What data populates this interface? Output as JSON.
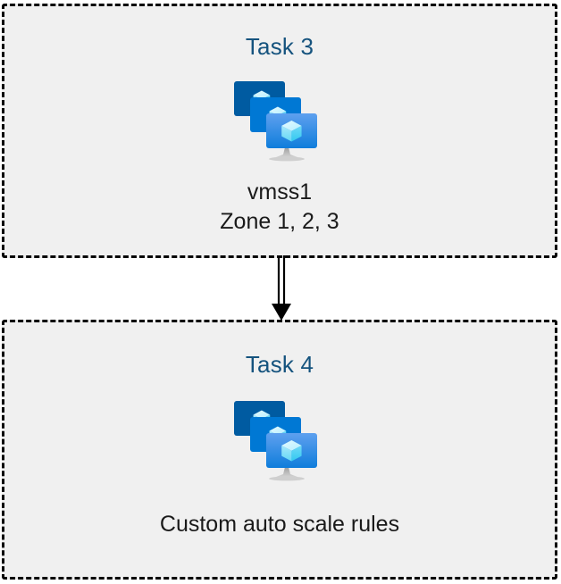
{
  "diagram": {
    "type": "flow",
    "background_color": "#ffffff",
    "box_fill_color": "#f0f0f0",
    "box_border_color": "#000000",
    "title_color": "#15537e",
    "caption_color": "#1a1a1a",
    "nodes": [
      {
        "id": "task-3",
        "title": "Task 3",
        "icon": "vmss-icon",
        "captions": [
          "vmss1",
          "Zone 1, 2, 3"
        ]
      },
      {
        "id": "task-4",
        "title": "Task 4",
        "icon": "vmss-icon",
        "captions": [
          "Custom auto scale rules"
        ]
      }
    ],
    "connector": {
      "from": "task-3",
      "to": "task-4",
      "style": "double-line-arrow",
      "direction": "down",
      "color": "#000000"
    }
  },
  "icon_colors": {
    "screen_back": "#005ba1",
    "screen_middle": "#0078d4",
    "screen_front_top": "#5ea0ef",
    "screen_front_bottom": "#0f7ddb",
    "cube_light": "#c3f1ff",
    "cube_mid": "#9cebff",
    "cube_dark": "#50e6ff",
    "stand": "#b3b3b3"
  }
}
